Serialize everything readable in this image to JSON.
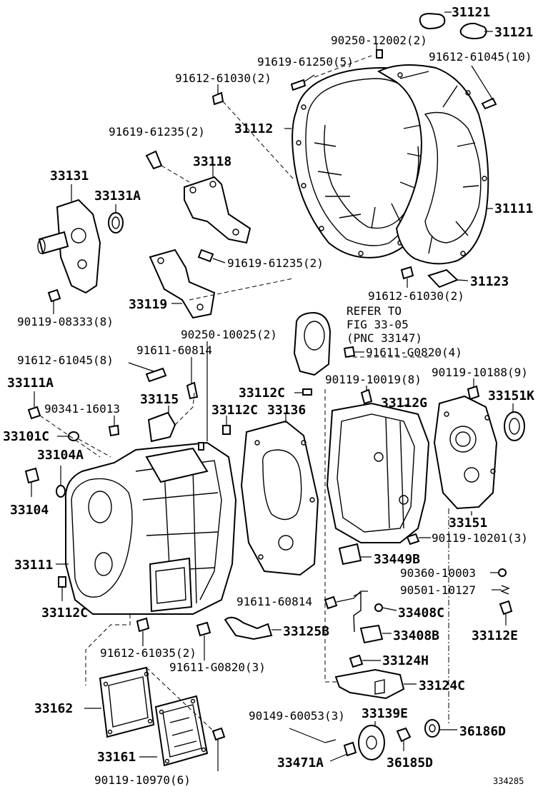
{
  "figure_number": "334285",
  "reference_note": {
    "line1": "REFER TO",
    "line2": "FIG 33-05",
    "line3": "(PNC 33147)"
  },
  "callouts": {
    "p31121a": "31121",
    "p31121b": "31121",
    "p90250_12002": "90250-12002(2)",
    "p91619_61250": "91619-61250(5)",
    "p91612_61045_10": "91612-61045(10)",
    "p91612_61030_2a": "91612-61030(2)",
    "p31112": "31112",
    "p91619_61235_2a": "91619-61235(2)",
    "p33118": "33118",
    "p33131": "33131",
    "p33131A": "33131A",
    "p31111": "31111",
    "p91619_61235_2b": "91619-61235(2)",
    "p31123": "31123",
    "p33119": "33119",
    "p91612_61030_2b": "91612-61030(2)",
    "p90119_08333": "90119-08333(8)",
    "p90250_10025": "90250-10025(2)",
    "p91612_61045_8": "91612-61045(8)",
    "p91611_60814a": "91611-60814",
    "p91611_G0820_4": "91611-G0820(4)",
    "p33111A": "33111A",
    "p33115": "33115",
    "p33112C_a": "33112C",
    "p90119_10019": "90119-10019(8)",
    "p90119_10188": "90119-10188(9)",
    "p90341_16013": "90341-16013",
    "p33112C_b": "33112C",
    "p33136": "33136",
    "p33112G": "33112G",
    "p33151K": "33151K",
    "p33101C": "33101C",
    "p33104A": "33104A",
    "p33104": "33104",
    "p33151": "33151",
    "p90119_10201": "90119-10201(3)",
    "p33449B": "33449B",
    "p33111": "33111",
    "p90360_10003": "90360-10003",
    "p90501_10127": "90501-10127",
    "p91611_60814b": "91611-60814",
    "p33408C": "33408C",
    "p33112C_c": "33112C",
    "p33112E": "33112E",
    "p33125B": "33125B",
    "p33408B": "33408B",
    "p91612_61035": "91612-61035(2)",
    "p91611_G0820_3": "91611-G0820(3)",
    "p33124H": "33124H",
    "p33124C": "33124C",
    "p33162": "33162",
    "p90149_60053": "90149-60053(3)",
    "p33139E": "33139E",
    "p36186D": "36186D",
    "p33161": "33161",
    "p33471A": "33471A",
    "p36185D": "36185D",
    "p90119_10970": "90119-10970(6)"
  }
}
